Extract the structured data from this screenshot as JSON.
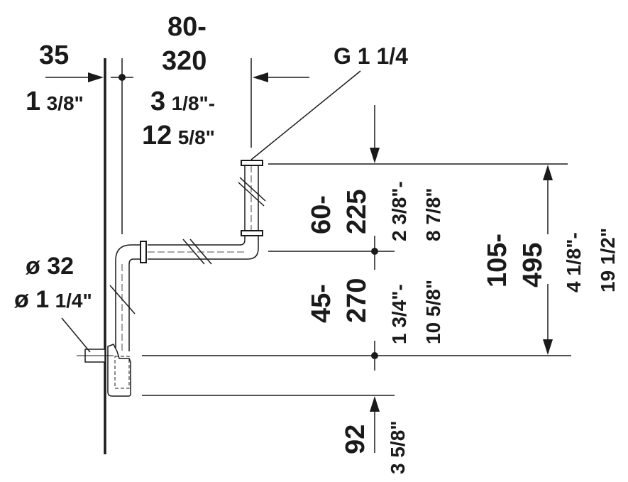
{
  "diagram": {
    "type": "technical-drawing",
    "subject": "siphon / bottle trap dimension drawing",
    "colors": {
      "ink": "#1a1a1a",
      "background": "#ffffff"
    },
    "dimensions": {
      "wall_offset": {
        "mm": "35",
        "inch_whole": "1",
        "inch_frac": "3/8\""
      },
      "horizontal_reach": {
        "mm_line1": "80-",
        "mm_line2": "320",
        "inch_line1_whole": "3",
        "inch_line1_frac": "1/8\"-",
        "inch_line2_whole": "12",
        "inch_line2_frac": "5/8\""
      },
      "thread": {
        "label": "G 1 1/4"
      },
      "upper_height": {
        "mm_line1": "60-",
        "mm_line2": "225",
        "inch_line1": "2 3/8\"-",
        "inch_line2": "8 7/8\""
      },
      "lower_height": {
        "mm_line1": "45-",
        "mm_line2": "270",
        "inch_line1": "1 3/4\"-",
        "inch_line2": "10 5/8\""
      },
      "total_height": {
        "mm_line1": "105-",
        "mm_line2": "495",
        "inch_line1": "4 1/8\"-",
        "inch_line2": "19 1/2\""
      },
      "bottom_depth": {
        "mm": "92",
        "inch": "3 5/8\""
      },
      "outlet_diameter": {
        "mm": "ø 32",
        "inch_whole": "ø 1",
        "inch_frac": "1/4\""
      }
    }
  }
}
